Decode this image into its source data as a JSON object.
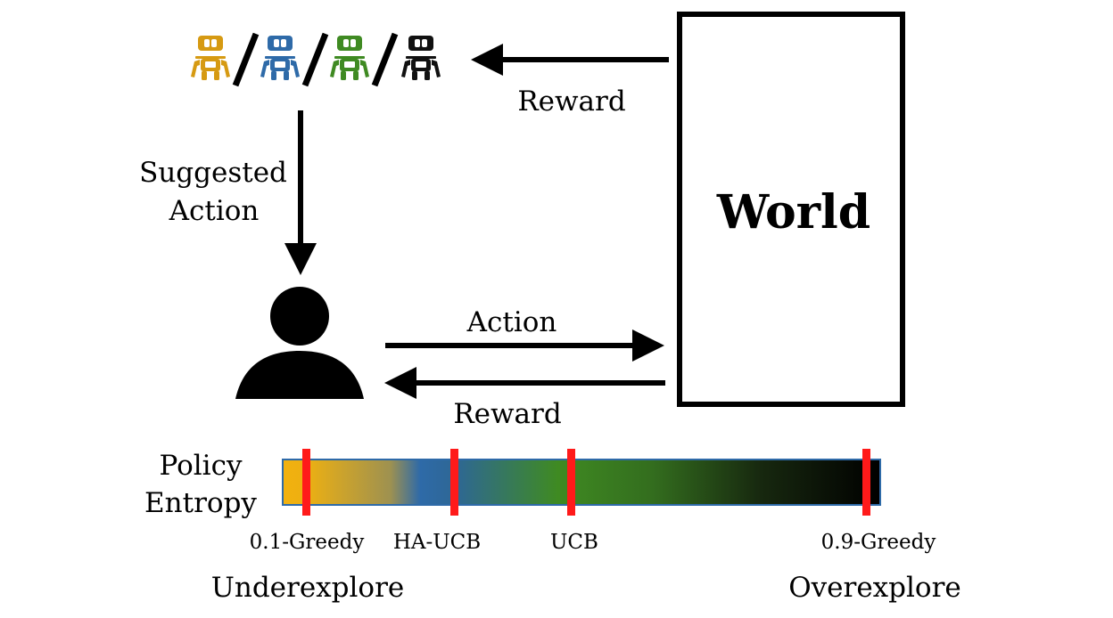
{
  "world": {
    "label": "World"
  },
  "agents": [
    {
      "name": "robot-orange-icon",
      "color": "#D69A12"
    },
    {
      "name": "robot-blue-icon",
      "color": "#2E6AA8"
    },
    {
      "name": "robot-green-icon",
      "color": "#3F8A22"
    },
    {
      "name": "robot-black-icon",
      "color": "#111111"
    }
  ],
  "human": {
    "icon": "person-icon"
  },
  "edges": {
    "reward_top": "Reward",
    "suggested_action_line1": "Suggested",
    "suggested_action_line2": "Action",
    "action": "Action",
    "reward_bottom": "Reward"
  },
  "entropy_bar": {
    "label_line1": "Policy",
    "label_line2": "Entropy",
    "gradient_colors": [
      "#F2B10E",
      "#2E6AA8",
      "#3F8A22",
      "#000000"
    ],
    "marker_color": "#FF1A1A",
    "markers": [
      {
        "label": "0.1-Greedy"
      },
      {
        "label": "HA-UCB"
      },
      {
        "label": "UCB"
      },
      {
        "label": "0.9-Greedy"
      }
    ],
    "low_end_label": "Underexplore",
    "high_end_label": "Overexplore"
  }
}
